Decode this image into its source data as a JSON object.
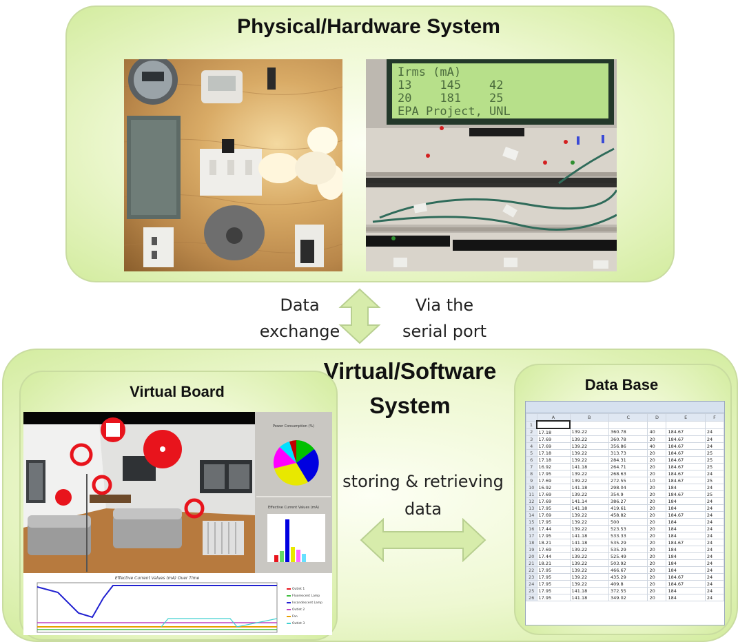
{
  "physical": {
    "title": "Physical/Hardware System",
    "lcd_lines": [
      "Irms (mA)",
      "13    145    42",
      "20    181    25",
      "EPA Project, UNL"
    ]
  },
  "exchange": {
    "left_lines": [
      "Data",
      "exchange"
    ],
    "right_lines": [
      "Via the",
      "serial port"
    ]
  },
  "virtual": {
    "title_lines": [
      "Virtual/Software",
      "System"
    ],
    "board": {
      "title": "Virtual Board",
      "pie_title": "Power Consumption (%)",
      "bar_title": "Effective Current Values (mA)",
      "timeline_title": "Effective Current Values (mA) Over Time",
      "legend": [
        "Outlet 1",
        "Fluorescent Lamp",
        "Incandescent Lamp",
        "Outlet 2",
        "Fan",
        "Outlet 3"
      ]
    },
    "storing_lines": [
      "storing & retrieving",
      "data"
    ],
    "database": {
      "title": "Data Base",
      "columns": [
        "A",
        "B",
        "C",
        "D",
        "E",
        "F"
      ],
      "rows": [
        [
          "2",
          "17.18",
          "139.22",
          "360.78",
          "40",
          "184.67",
          "24"
        ],
        [
          "3",
          "17.69",
          "139.22",
          "360.78",
          "20",
          "184.67",
          "24"
        ],
        [
          "4",
          "17.69",
          "139.22",
          "356.86",
          "40",
          "184.67",
          "24"
        ],
        [
          "5",
          "17.18",
          "139.22",
          "313.73",
          "20",
          "184.67",
          "25"
        ],
        [
          "6",
          "17.18",
          "139.22",
          "284.31",
          "20",
          "184.67",
          "25"
        ],
        [
          "7",
          "16.92",
          "141.18",
          "264.71",
          "20",
          "184.67",
          "25"
        ],
        [
          "8",
          "17.95",
          "139.22",
          "268.63",
          "20",
          "184.67",
          "24"
        ],
        [
          "9",
          "17.69",
          "139.22",
          "272.55",
          "10",
          "184.67",
          "25"
        ],
        [
          "10",
          "16.92",
          "141.18",
          "298.04",
          "20",
          "184",
          "24"
        ],
        [
          "11",
          "17.69",
          "139.22",
          "354.9",
          "20",
          "184.67",
          "25"
        ],
        [
          "12",
          "17.69",
          "141.14",
          "386.27",
          "20",
          "184",
          "24"
        ],
        [
          "13",
          "17.95",
          "141.18",
          "419.61",
          "20",
          "184",
          "24"
        ],
        [
          "14",
          "17.69",
          "139.22",
          "458.82",
          "20",
          "184.67",
          "24"
        ],
        [
          "15",
          "17.95",
          "139.22",
          "500",
          "20",
          "184",
          "24"
        ],
        [
          "16",
          "17.44",
          "139.22",
          "523.53",
          "20",
          "184",
          "24"
        ],
        [
          "17",
          "17.95",
          "141.18",
          "533.33",
          "20",
          "184",
          "24"
        ],
        [
          "18",
          "18.21",
          "141.18",
          "535.29",
          "20",
          "184.67",
          "24"
        ],
        [
          "19",
          "17.69",
          "139.22",
          "535.29",
          "20",
          "184",
          "24"
        ],
        [
          "20",
          "17.44",
          "139.22",
          "525.49",
          "20",
          "184",
          "24"
        ],
        [
          "21",
          "18.21",
          "139.22",
          "503.92",
          "20",
          "184",
          "24"
        ],
        [
          "22",
          "17.95",
          "139.22",
          "466.67",
          "20",
          "184",
          "24"
        ],
        [
          "23",
          "17.95",
          "139.22",
          "435.29",
          "20",
          "184.67",
          "24"
        ],
        [
          "24",
          "17.95",
          "139.22",
          "409.8",
          "20",
          "184.67",
          "24"
        ],
        [
          "25",
          "17.95",
          "141.18",
          "372.55",
          "20",
          "184",
          "24"
        ],
        [
          "26",
          "17.95",
          "141.18",
          "349.02",
          "20",
          "184",
          "24"
        ]
      ]
    }
  },
  "colors": {
    "panel_border": "#c9dca0",
    "panel_fill": "#d3ec9f",
    "arrow_fill": "#d7ecab",
    "lcd_bg": "#b7e08a",
    "wood": "#c89a5a",
    "marker_red": "#e8141c"
  }
}
